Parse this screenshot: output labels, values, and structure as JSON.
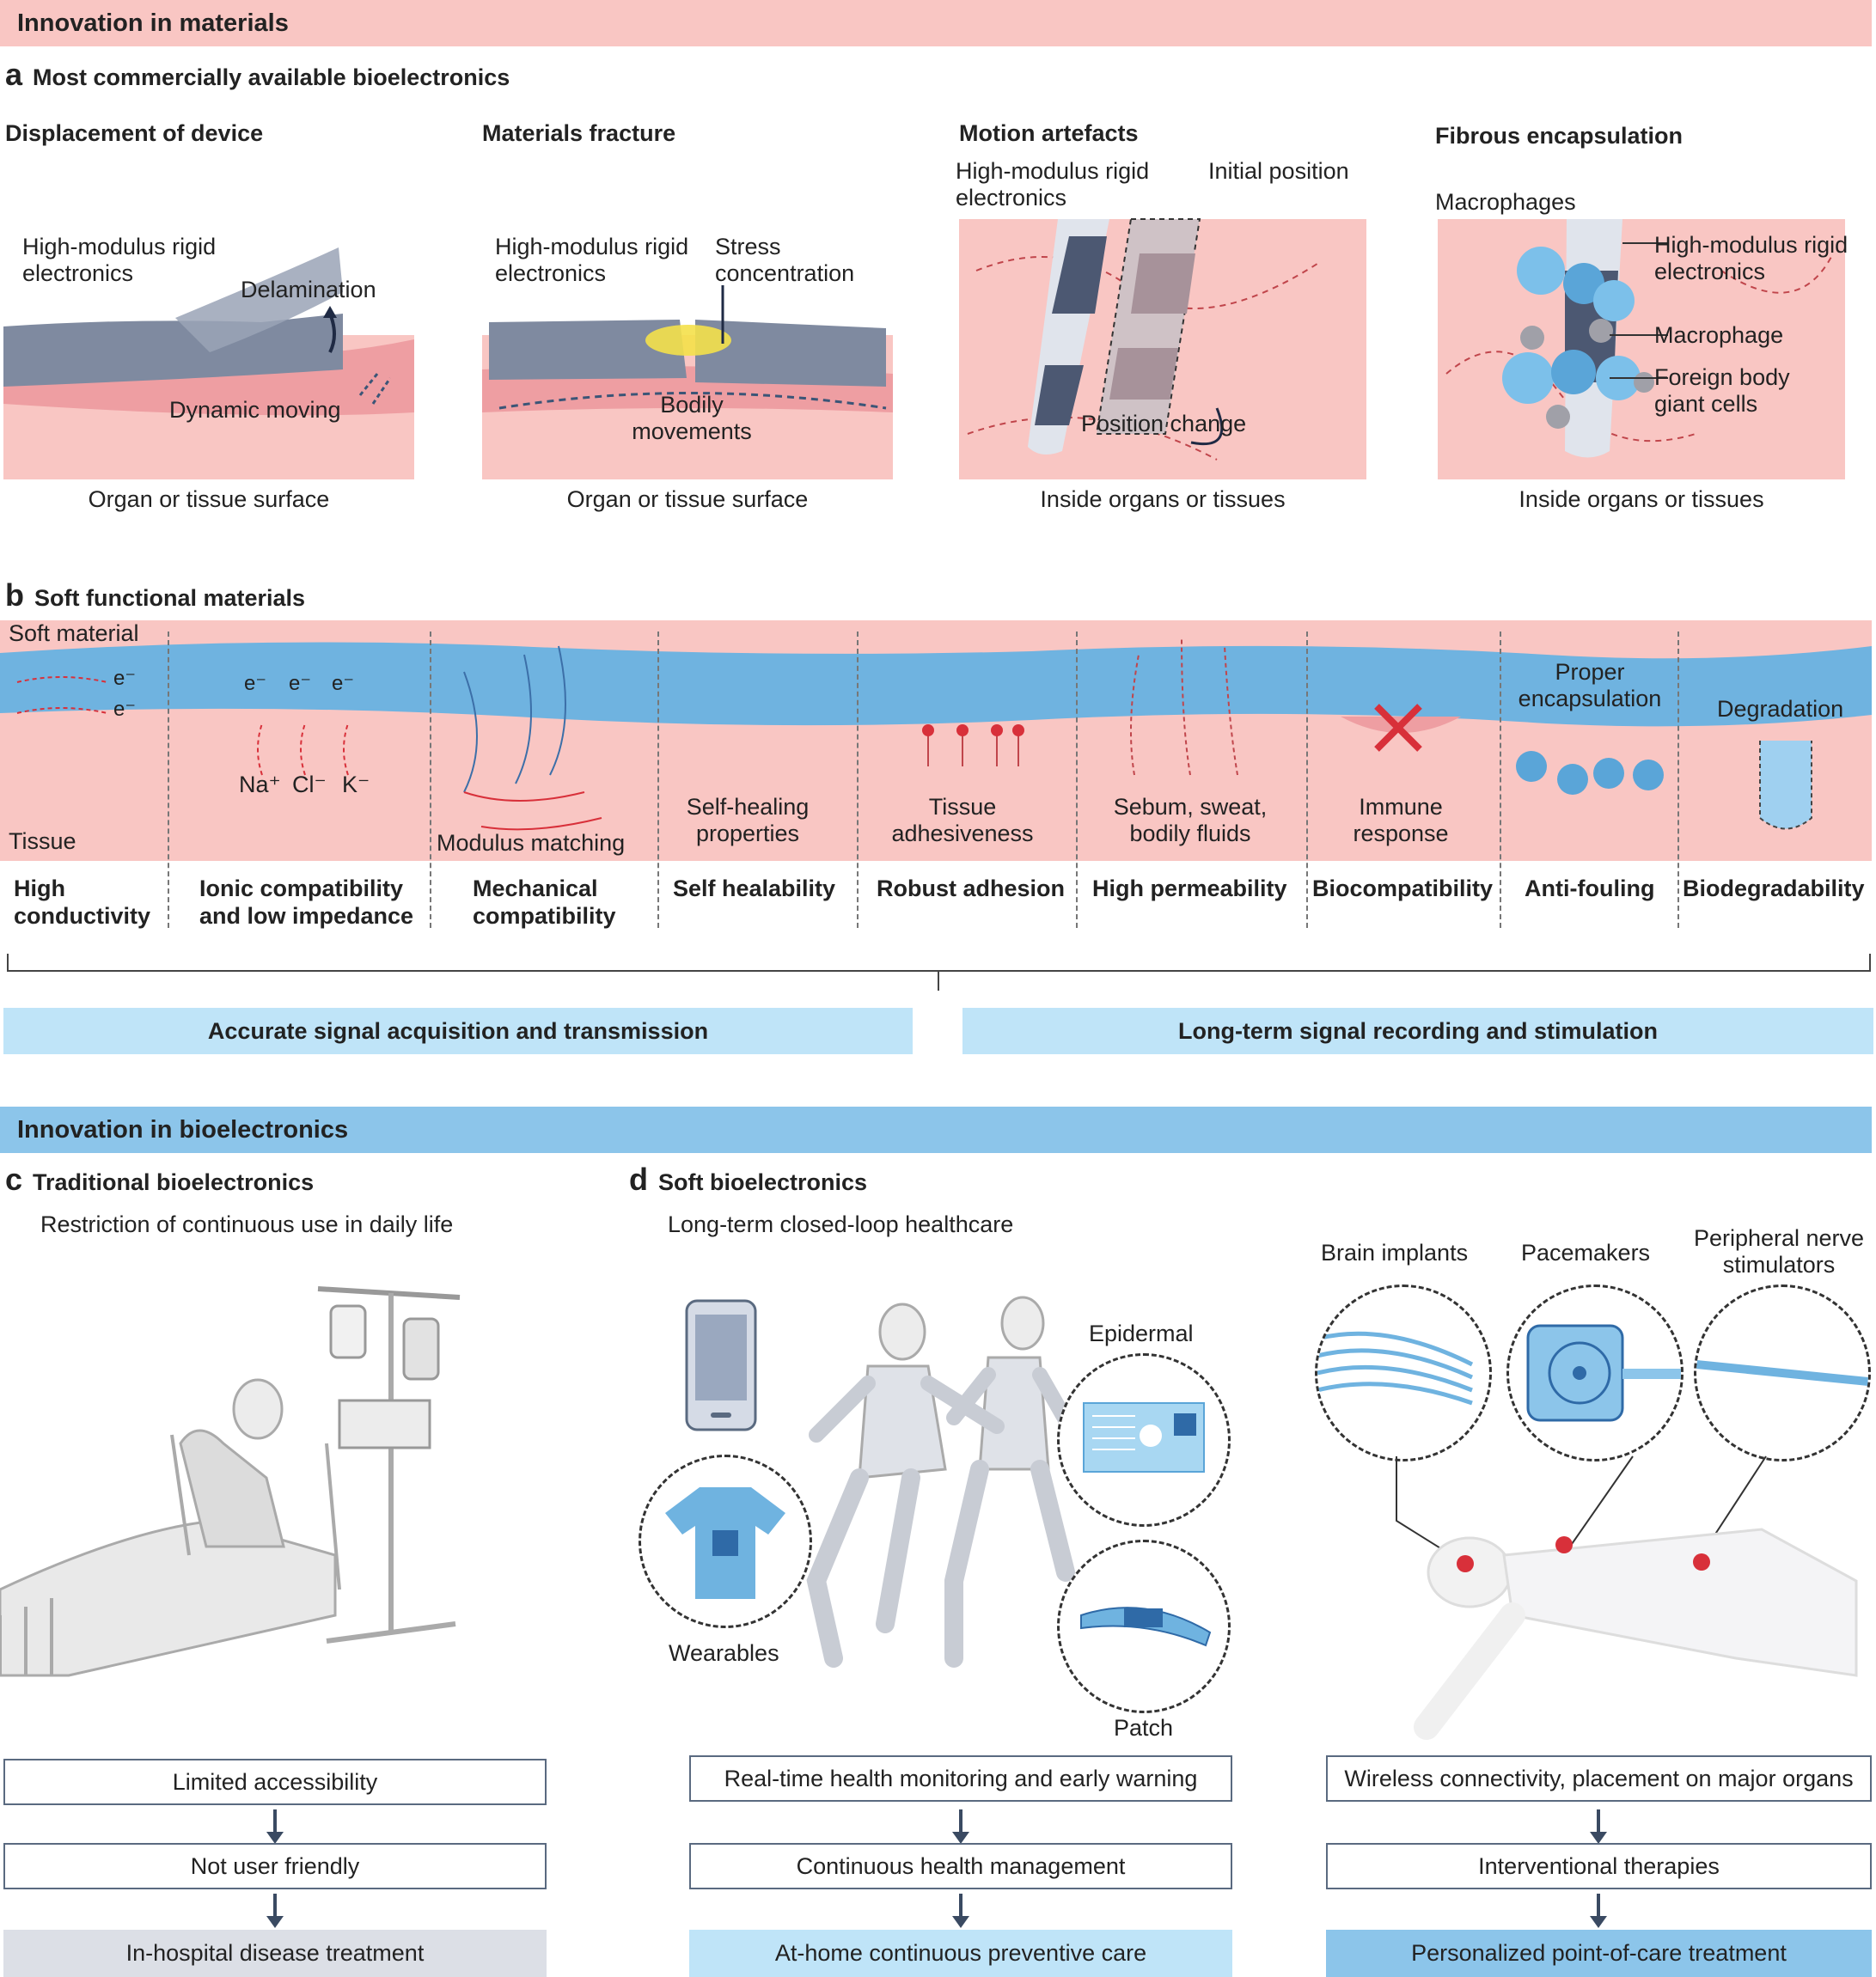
{
  "bands": {
    "materials": "Innovation in materials",
    "bioelectronics": "Innovation in bioelectronics"
  },
  "panel_a": {
    "letter": "a",
    "title": "Most commercially available bioelectronics",
    "displacement": {
      "heading": "Displacement of device",
      "rigid": "High-modulus rigid electronics",
      "delamination": "Delamination",
      "moving": "Dynamic moving",
      "surface": "Organ or tissue surface"
    },
    "fracture": {
      "heading": "Materials fracture",
      "rigid": "High-modulus rigid electronics",
      "stress": "Stress concentration",
      "movements": "Bodily movements",
      "surface": "Organ or tissue surface"
    },
    "motion": {
      "heading": "Motion artefacts",
      "rigid": "High-modulus rigid electronics",
      "initial": "Initial position",
      "change": "Position change",
      "inside": "Inside organs or tissues"
    },
    "fibrous": {
      "heading": "Fibrous encapsulation",
      "macrophages": "Macrophages",
      "rigid": "High-modulus rigid electronics",
      "macrophage": "Macrophage",
      "giant": "Foreign body giant cells",
      "inside": "Inside organs or tissues"
    }
  },
  "panel_b": {
    "letter": "b",
    "title": "Soft functional materials",
    "soft_material": "Soft material",
    "tissue": "Tissue",
    "e1": "e⁻",
    "e2": "e⁻",
    "ion_e1": "e⁻",
    "ion_e2": "e⁻",
    "ion_e3": "e⁻",
    "na": "Na⁺",
    "cl": "Cl⁻",
    "k": "K⁻",
    "modulus": "Modulus matching",
    "selfheal": "Self-healing properties",
    "adhesive": "Tissue adhesiveness",
    "fluids": "Sebum, sweat, bodily fluids",
    "immune": "Immune response",
    "encap": "Proper encapsulation",
    "degradation": "Degradation",
    "properties": [
      "High conductivity",
      "Ionic compatibility and low impedance",
      "Mechanical compatibility",
      "Self healability",
      "Robust adhesion",
      "High permeability",
      "Biocompatibility",
      "Anti-fouling",
      "Biodegradability"
    ],
    "outcome_left": "Accurate signal acquisition and transmission",
    "outcome_right": "Long-term signal recording and stimulation"
  },
  "panel_c": {
    "letter": "c",
    "title": "Traditional bioelectronics",
    "subtitle": "Restriction of continuous use in daily life",
    "flow": [
      "Limited accessibility",
      "Not user friendly",
      "In-hospital disease treatment"
    ]
  },
  "panel_d": {
    "letter": "d",
    "title": "Soft bioelectronics",
    "subtitle": "Long-term closed-loop healthcare",
    "epidermal": "Epidermal",
    "wearables": "Wearables",
    "patch": "Patch",
    "brain": "Brain implants",
    "pacemakers": "Pacemakers",
    "peripheral": "Peripheral nerve stimulators",
    "flow_left": [
      "Real-time health monitoring and early warning",
      "Continuous health management",
      "At-home continuous preventive care"
    ],
    "flow_right": [
      "Wireless connectivity, placement on major organs",
      "Interventional therapies",
      "Personalized point-of-care treatment"
    ]
  },
  "colors": {
    "pink": "#f9c6c3",
    "blue_band": "#8cc5ea",
    "soft_blue": "#6fb3e0",
    "light_blue": "#bfe4f8",
    "grey_device": "#7f8aa0",
    "red": "#d8303a"
  }
}
